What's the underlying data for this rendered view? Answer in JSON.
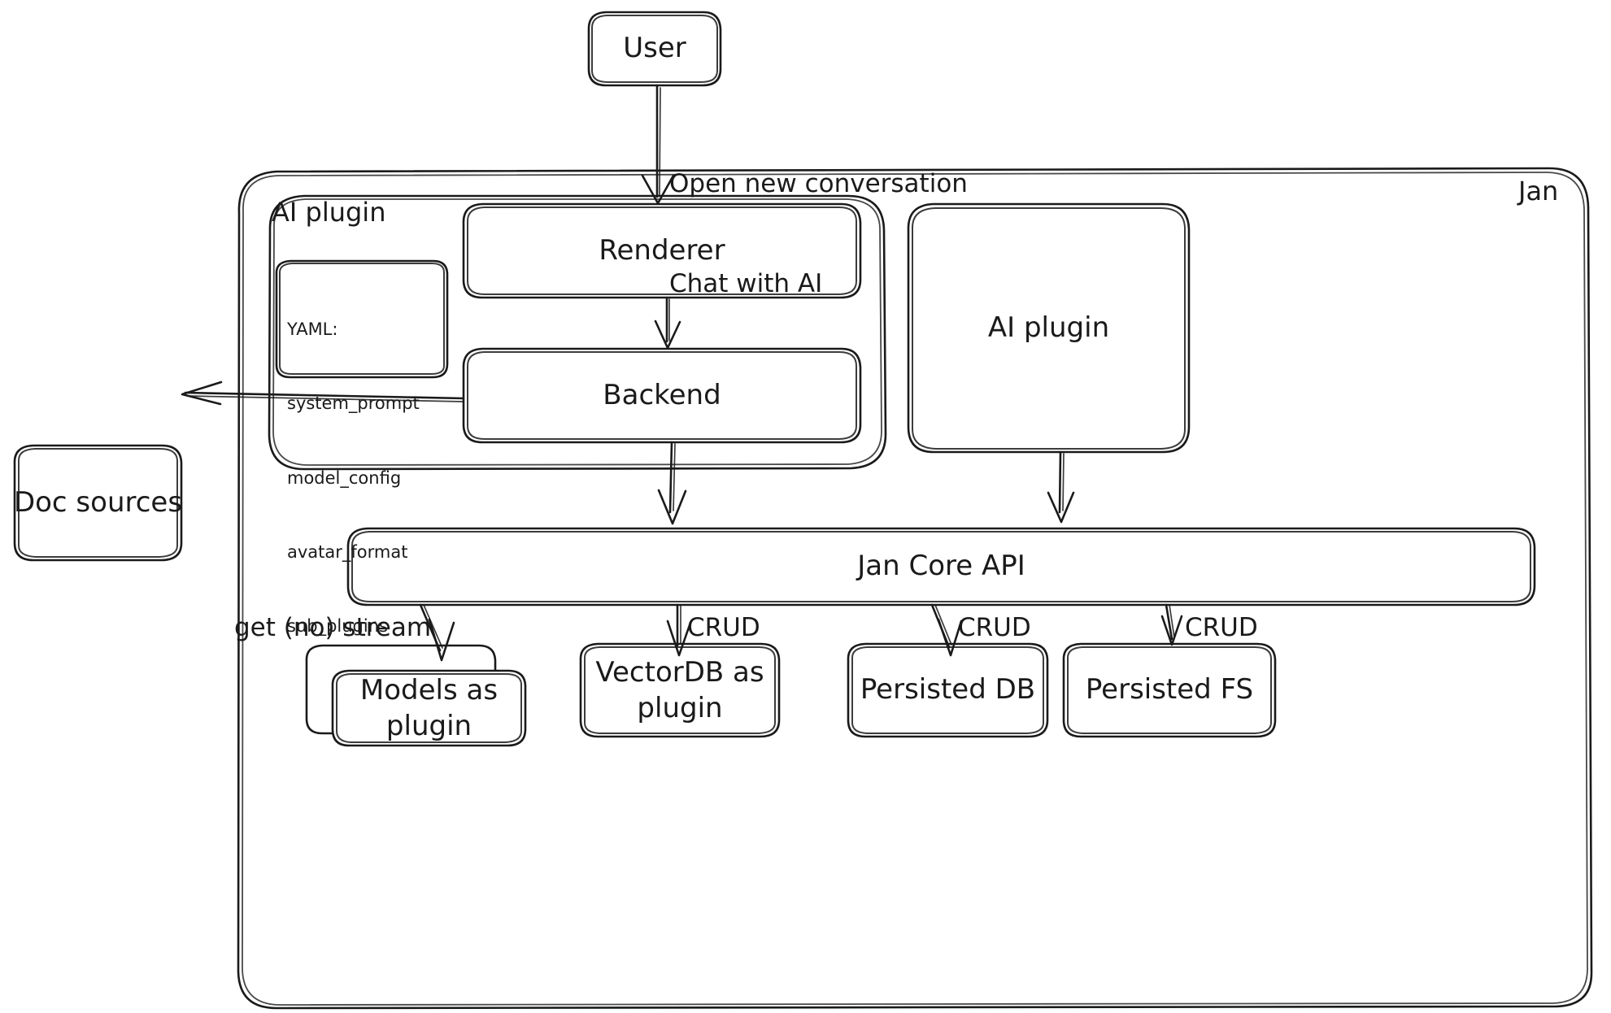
{
  "diagram": {
    "title_label": "Jan",
    "style": "hand-drawn architecture diagram",
    "stroke_color": "#1a1a1a",
    "fill_color": "#ffffff",
    "background": "#ffffff"
  },
  "containers": {
    "jan": {
      "label": "Jan"
    },
    "ai_plugin_group": {
      "label": "AI plugin"
    }
  },
  "nodes": {
    "user": {
      "label": "User"
    },
    "renderer": {
      "label": "Renderer"
    },
    "backend": {
      "label": "Backend"
    },
    "ai_plugin_right": {
      "label": "AI plugin"
    },
    "doc_sources": {
      "label": "Doc sources"
    },
    "jan_core_api": {
      "label": "Jan Core API"
    },
    "models_as_plugin": {
      "label": "Models as\nplugin"
    },
    "vectordb_as_plugin": {
      "label": "VectorDB as\nplugin"
    },
    "persisted_db": {
      "label": "Persisted DB"
    },
    "persisted_fs": {
      "label": "Persisted FS"
    }
  },
  "yaml_card": {
    "heading": "YAML:",
    "keys": [
      "system_prompt",
      "model_config",
      "avatar_format",
      "sub_plugins"
    ]
  },
  "edges": [
    {
      "id": "user-to-renderer",
      "from": "user",
      "to": "renderer",
      "label": "Open new conversation\nChat with AI"
    },
    {
      "id": "renderer-to-backend",
      "from": "renderer",
      "to": "backend",
      "label": ""
    },
    {
      "id": "backend-to-doc-sources",
      "from": "backend",
      "to": "doc_sources",
      "label": ""
    },
    {
      "id": "backend-to-core-api",
      "from": "backend",
      "to": "jan_core_api",
      "label": ""
    },
    {
      "id": "ai-plugin-to-core-api",
      "from": "ai_plugin_right",
      "to": "jan_core_api",
      "label": ""
    },
    {
      "id": "core-api-to-models",
      "from": "jan_core_api",
      "to": "models_as_plugin",
      "label": "get (no) stream"
    },
    {
      "id": "core-api-to-vectordb",
      "from": "jan_core_api",
      "to": "vectordb_as_plugin",
      "label": "CRUD"
    },
    {
      "id": "core-api-to-persisted-db",
      "from": "jan_core_api",
      "to": "persisted_db",
      "label": "CRUD"
    },
    {
      "id": "core-api-to-persisted-fs",
      "from": "jan_core_api",
      "to": "persisted_fs",
      "label": "CRUD"
    }
  ],
  "edge_labels": {
    "user_to_renderer_line1": "Open new conversation",
    "user_to_renderer_line2": "Chat with AI",
    "get_no_stream": "get (no) stream",
    "crud_vectordb": "CRUD",
    "crud_persisted_db": "CRUD",
    "crud_persisted_fs": "CRUD"
  }
}
